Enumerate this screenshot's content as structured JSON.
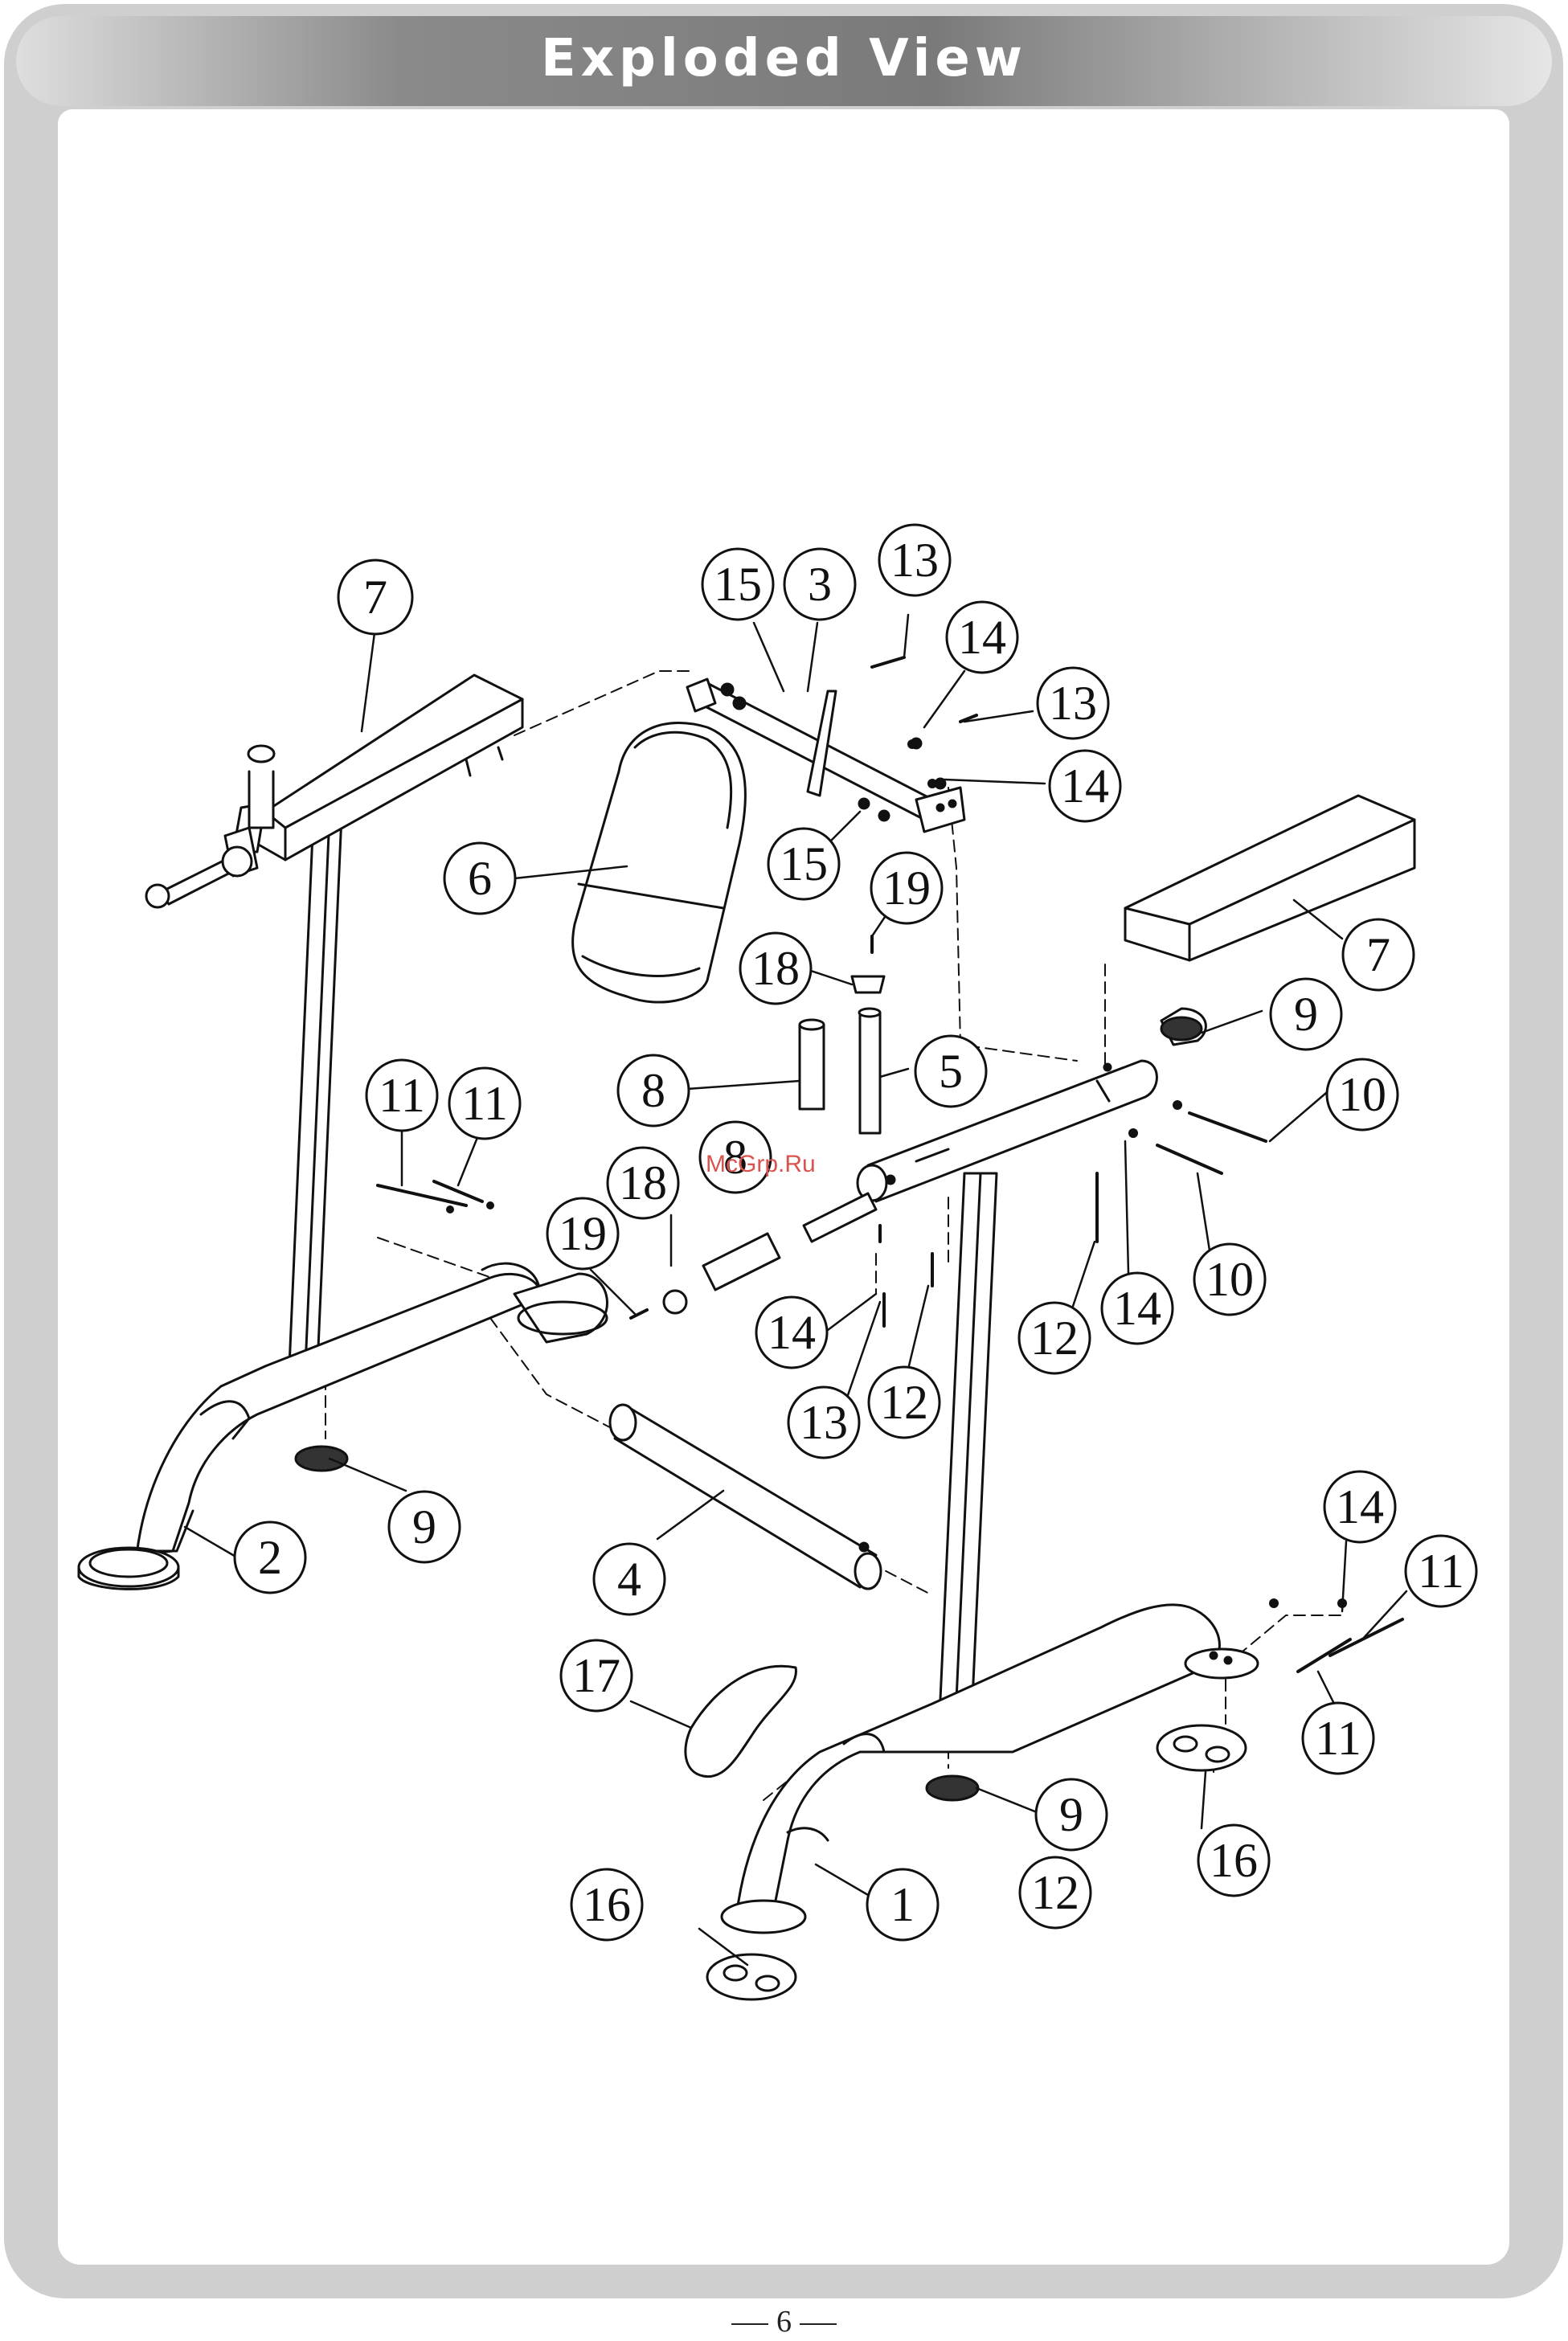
{
  "header": {
    "title": "Exploded View",
    "colors": {
      "bar_dark": "#7a7a7a",
      "bar_light": "#dcdcdc",
      "frame": "#c9c9c9"
    }
  },
  "watermark": "McGrp.Ru",
  "footer": {
    "page_number": "6"
  },
  "callouts": [
    {
      "id": "c-7a",
      "label": "7"
    },
    {
      "id": "c-15a",
      "label": "15"
    },
    {
      "id": "c-3",
      "label": "3"
    },
    {
      "id": "c-13a",
      "label": "13"
    },
    {
      "id": "c-14a",
      "label": "14"
    },
    {
      "id": "c-13b",
      "label": "13"
    },
    {
      "id": "c-14b",
      "label": "14"
    },
    {
      "id": "c-6",
      "label": "6"
    },
    {
      "id": "c-15b",
      "label": "15"
    },
    {
      "id": "c-19a",
      "label": "19"
    },
    {
      "id": "c-7b",
      "label": "7"
    },
    {
      "id": "c-18a",
      "label": "18"
    },
    {
      "id": "c-9a",
      "label": "9"
    },
    {
      "id": "c-8a",
      "label": "8"
    },
    {
      "id": "c-5",
      "label": "5"
    },
    {
      "id": "c-10a",
      "label": "10"
    },
    {
      "id": "c-11a",
      "label": "11"
    },
    {
      "id": "c-11b",
      "label": "11"
    },
    {
      "id": "c-18b",
      "label": "18"
    },
    {
      "id": "c-8b",
      "label": "8"
    },
    {
      "id": "c-19b",
      "label": "19"
    },
    {
      "id": "c-10b",
      "label": "10"
    },
    {
      "id": "c-14c",
      "label": "14"
    },
    {
      "id": "c-14d",
      "label": "14"
    },
    {
      "id": "c-12a",
      "label": "12"
    },
    {
      "id": "c-13c",
      "label": "13"
    },
    {
      "id": "c-12b",
      "label": "12"
    },
    {
      "id": "c-9b",
      "label": "9"
    },
    {
      "id": "c-2",
      "label": "2"
    },
    {
      "id": "c-4",
      "label": "4"
    },
    {
      "id": "c-14e",
      "label": "14"
    },
    {
      "id": "c-11c",
      "label": "11"
    },
    {
      "id": "c-11d",
      "label": "11"
    },
    {
      "id": "c-17",
      "label": "17"
    },
    {
      "id": "c-9c",
      "label": "9"
    },
    {
      "id": "c-12c",
      "label": "12"
    },
    {
      "id": "c-16a",
      "label": "16"
    },
    {
      "id": "c-1",
      "label": "1"
    },
    {
      "id": "c-16b",
      "label": "16"
    }
  ]
}
